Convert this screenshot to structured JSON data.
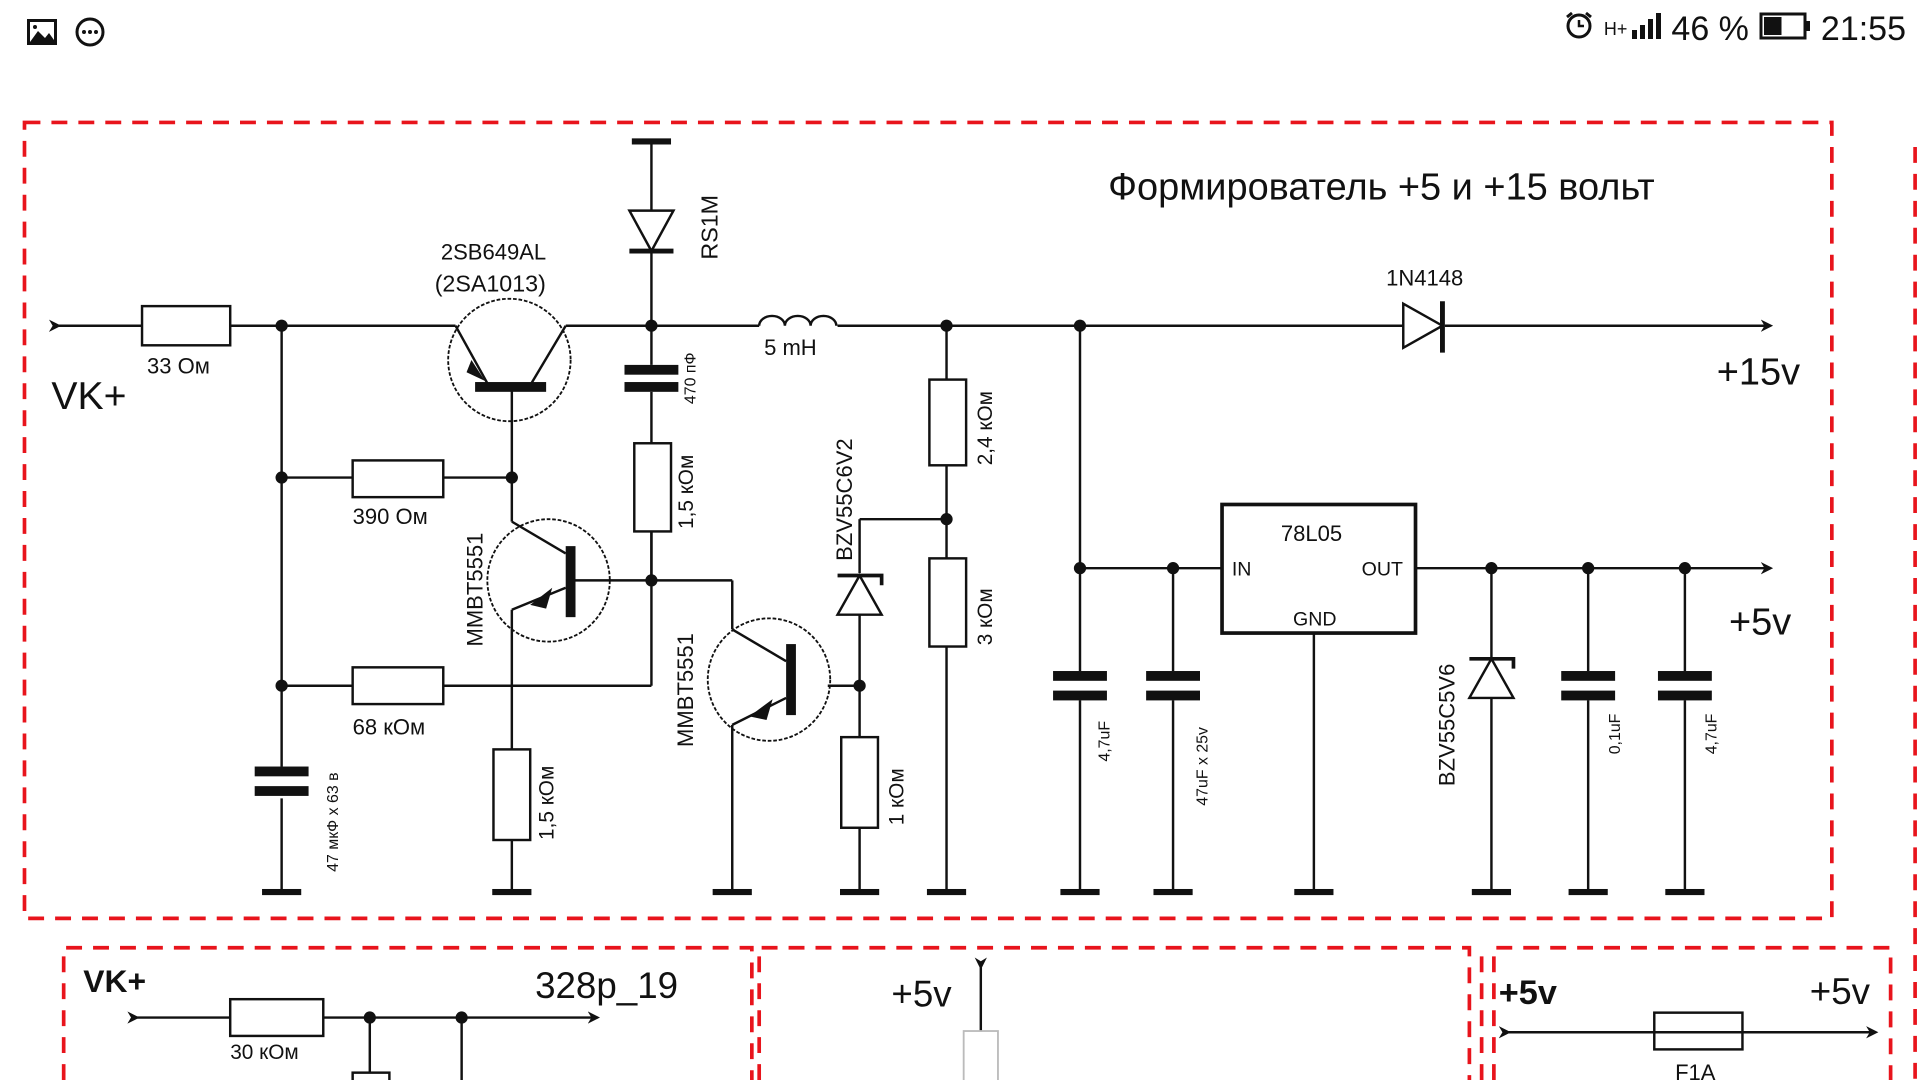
{
  "status_bar": {
    "left_icons": [
      "gallery-icon",
      "more-options-icon"
    ],
    "alarm_icon": "alarm-clock-icon",
    "network_type": "H+",
    "signal_icon": "signal-bars-icon",
    "battery_percent": "46 %",
    "battery_level": 0.46,
    "time": "21:55"
  },
  "main_panel": {
    "title": "Формирователь +5 и +15 вольт",
    "labels": {
      "vk_plus": "VK+",
      "out_15v": "+15v",
      "out_5v": "+5v"
    },
    "components": {
      "r_33": "33 Ом",
      "q1_name": "2SB649AL",
      "q1_alt": "(2SA1013)",
      "d_rs1m": "RS1M",
      "c_470": "470 пФ",
      "l_5mh": "5 mH",
      "r_390": "390 Ом",
      "q2_name": "MMBT5551",
      "r_1k5_a": "1,5 кОм",
      "r_68k": "68 кОм",
      "c_47u_63": "47 мкФ x 63 в",
      "r_1k5_b": "1,5 кОм",
      "q3_name": "MMBT5551",
      "z_6v2": "BZV55C6V2",
      "r_1k": "1 кОм",
      "r_2k4": "2,4 кОм",
      "r_3k": "3 кОм",
      "d_1n4148": "1N4148",
      "c_4u7_in": "4,7uF",
      "c_47u_25": "47uF x 25v",
      "reg_name": "78L05",
      "reg_in": "IN",
      "reg_out": "OUT",
      "reg_gnd": "GND",
      "z_5v6": "BZV55C5V6",
      "c_0u1": "0,1uF",
      "c_4u7_out": "4,7uF"
    }
  },
  "bottom_panels": [
    {
      "label_left": "VK+",
      "label_right": "328p_19",
      "resistor": "30 кОм"
    },
    {
      "label": "+5v"
    },
    {
      "label_left": "+5v",
      "label_right": "+5v",
      "fuse": "F1A"
    }
  ],
  "colors": {
    "frame_dash": "#e8141c",
    "ink": "#111111"
  }
}
